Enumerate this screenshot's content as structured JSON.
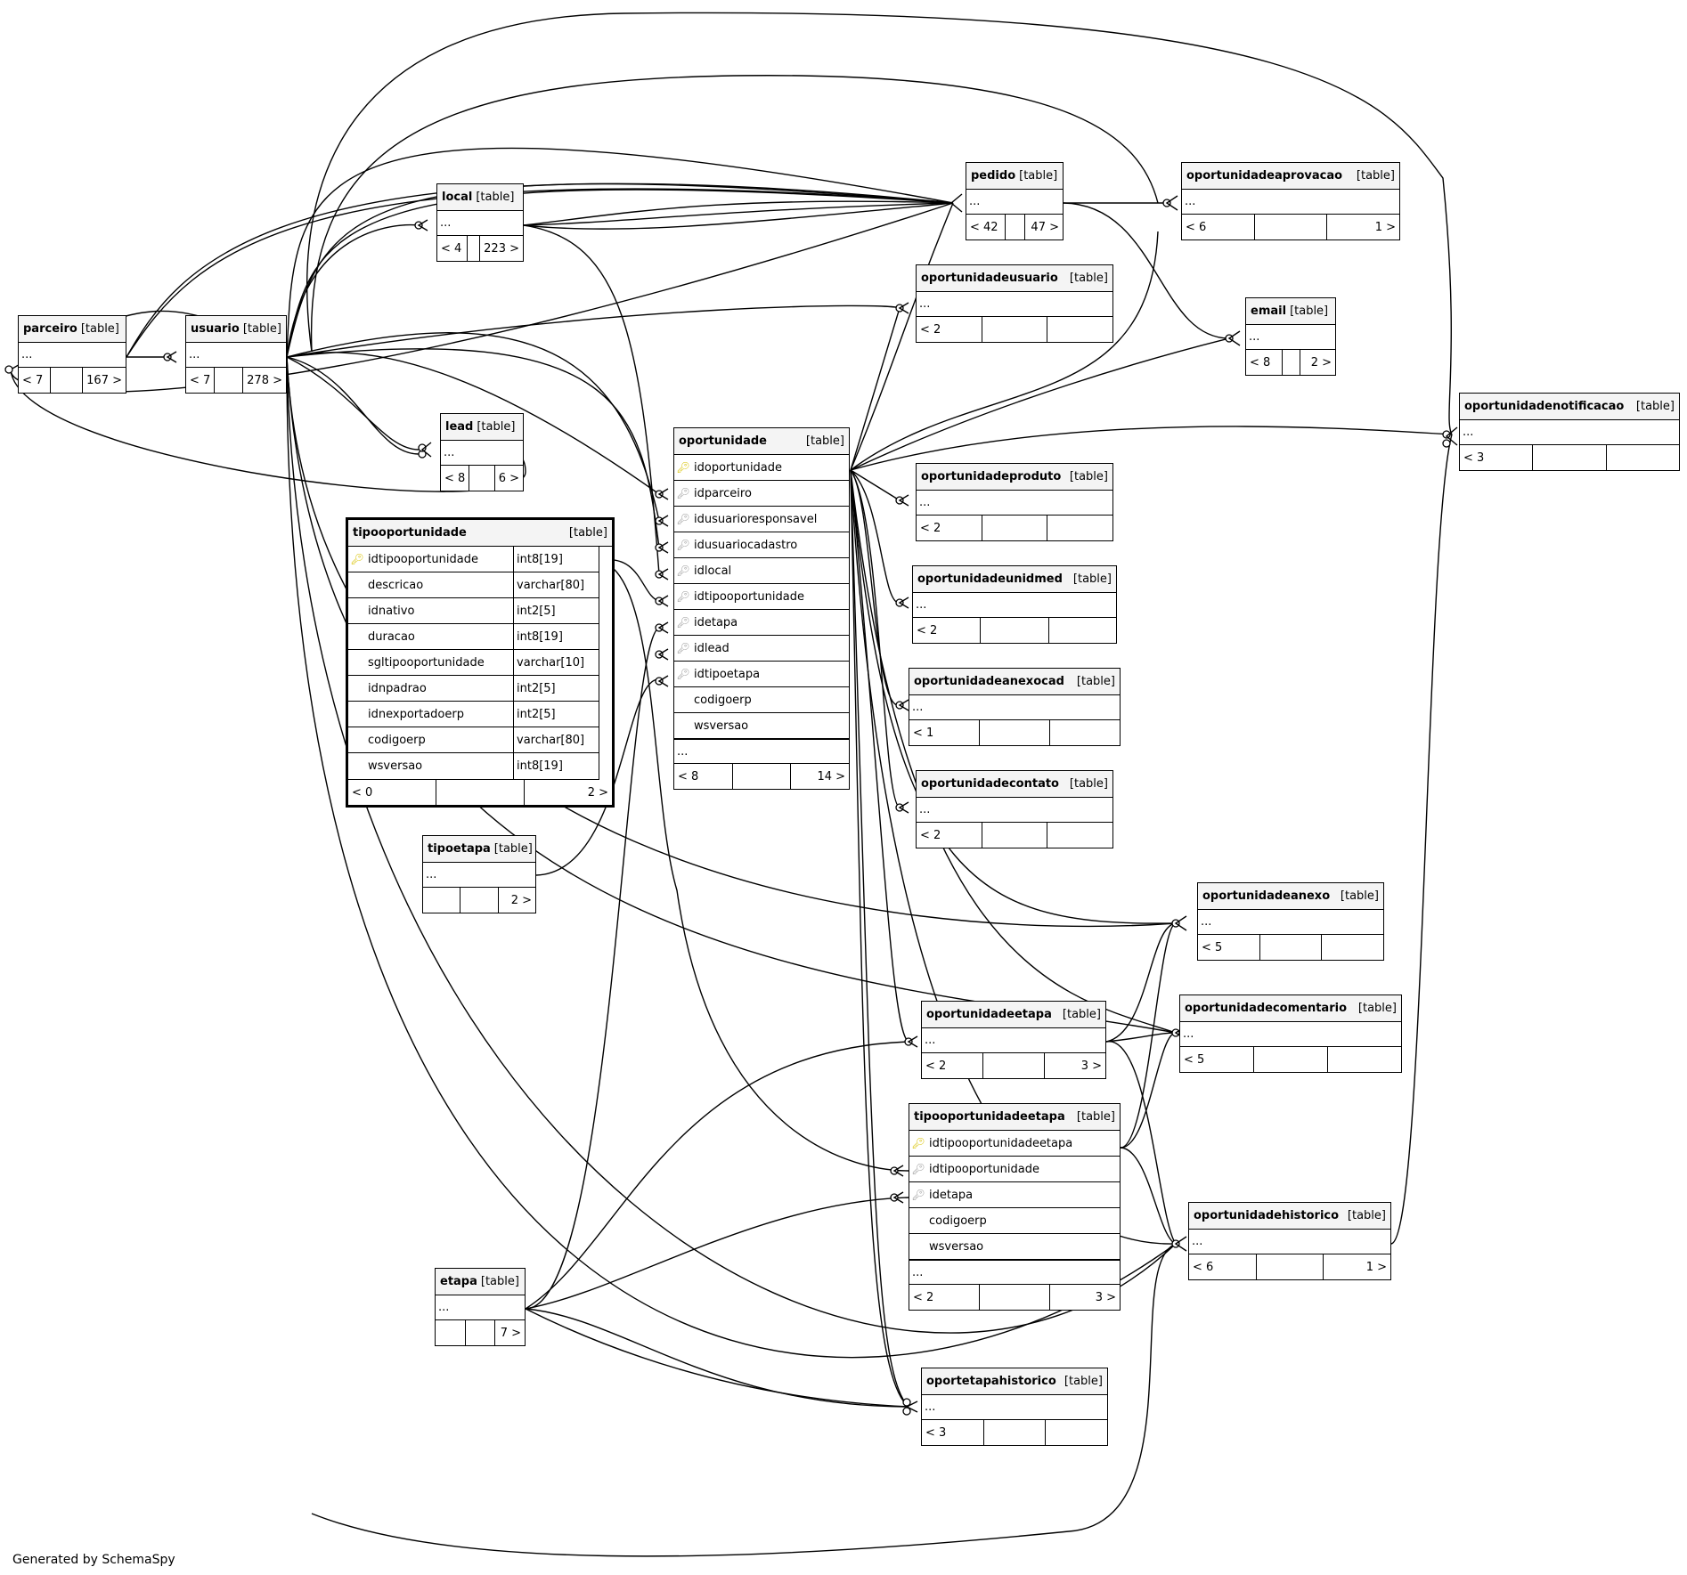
{
  "tag": "[table]",
  "generated": "Generated by SchemaSpy",
  "tables": [
    {
      "id": "parceiro",
      "name": "parceiro",
      "ellipsis": "...",
      "footer": [
        "< 7",
        "",
        "167 >"
      ]
    },
    {
      "id": "usuario",
      "name": "usuario",
      "ellipsis": "...",
      "footer": [
        "< 7",
        "",
        "278 >"
      ]
    },
    {
      "id": "local",
      "name": "local",
      "ellipsis": "...",
      "footer": [
        "< 4",
        "",
        "223 >"
      ]
    },
    {
      "id": "lead",
      "name": "lead",
      "ellipsis": "...",
      "footer": [
        "< 8",
        "",
        "6 >"
      ]
    },
    {
      "id": "tipooportunidade",
      "name": "tipooportunidade",
      "focus": true,
      "columns": [
        {
          "key": "pk",
          "name": "idtipooportunidade",
          "type": "int8[19]"
        },
        {
          "name": "descricao",
          "type": "varchar[80]"
        },
        {
          "name": "idnativo",
          "type": "int2[5]"
        },
        {
          "name": "duracao",
          "type": "int8[19]"
        },
        {
          "name": "sgltipooportunidade",
          "type": "varchar[10]"
        },
        {
          "name": "idnpadrao",
          "type": "int2[5]"
        },
        {
          "name": "idnexportadoerp",
          "type": "int2[5]"
        },
        {
          "name": "codigoerp",
          "type": "varchar[80]"
        },
        {
          "name": "wsversao",
          "type": "int8[19]"
        }
      ],
      "footer": [
        "< 0",
        "",
        "2 >"
      ]
    },
    {
      "id": "tipoetapa",
      "name": "tipoetapa",
      "ellipsis": "...",
      "footer": [
        "",
        "",
        "2 >"
      ]
    },
    {
      "id": "etapa",
      "name": "etapa",
      "ellipsis": "...",
      "footer": [
        "",
        "",
        "7 >"
      ]
    },
    {
      "id": "oportunidade",
      "name": "oportunidade",
      "columns": [
        {
          "key": "pk",
          "name": "idoportunidade"
        },
        {
          "key": "fk",
          "name": "idparceiro"
        },
        {
          "key": "fk",
          "name": "idusuarioresponsavel"
        },
        {
          "key": "fk",
          "name": "idusuariocadastro"
        },
        {
          "key": "fk",
          "name": "idlocal"
        },
        {
          "key": "fk",
          "name": "idtipooportunidade"
        },
        {
          "key": "fk",
          "name": "idetapa"
        },
        {
          "key": "fk",
          "name": "idlead"
        },
        {
          "key": "fk",
          "name": "idtipoetapa"
        },
        {
          "name": "codigoerp"
        },
        {
          "name": "wsversao"
        }
      ],
      "ellipsis": "...",
      "footer": [
        "< 8",
        "",
        "14 >"
      ]
    },
    {
      "id": "pedido",
      "name": "pedido",
      "ellipsis": "...",
      "footer": [
        "< 42",
        "",
        "47 >"
      ]
    },
    {
      "id": "oportunidadeaprovacao",
      "name": "oportunidadeaprovacao",
      "ellipsis": "...",
      "footer": [
        "< 6",
        "",
        "1 >"
      ]
    },
    {
      "id": "oportunidadeusuario",
      "name": "oportunidadeusuario",
      "ellipsis": "...",
      "footer": [
        "< 2",
        "",
        ""
      ]
    },
    {
      "id": "email",
      "name": "email",
      "ellipsis": "...",
      "footer": [
        "< 8",
        "",
        "2 >"
      ]
    },
    {
      "id": "oportunidadenotificacao",
      "name": "oportunidadenotificacao",
      "ellipsis": "...",
      "footer": [
        "< 3",
        "",
        ""
      ]
    },
    {
      "id": "oportunidadeproduto",
      "name": "oportunidadeproduto",
      "ellipsis": "...",
      "footer": [
        "< 2",
        "",
        ""
      ]
    },
    {
      "id": "oportunidadeunidmed",
      "name": "oportunidadeunidmed",
      "ellipsis": "...",
      "footer": [
        "< 2",
        "",
        ""
      ]
    },
    {
      "id": "oportunidadeanexocad",
      "name": "oportunidadeanexocad",
      "ellipsis": "...",
      "footer": [
        "< 1",
        "",
        ""
      ]
    },
    {
      "id": "oportunidadecontato",
      "name": "oportunidadecontato",
      "ellipsis": "...",
      "footer": [
        "< 2",
        "",
        ""
      ]
    },
    {
      "id": "oportunidadeanexo",
      "name": "oportunidadeanexo",
      "ellipsis": "...",
      "footer": [
        "< 5",
        "",
        ""
      ]
    },
    {
      "id": "oportunidadecomentario",
      "name": "oportunidadecomentario",
      "ellipsis": "...",
      "footer": [
        "< 5",
        "",
        ""
      ]
    },
    {
      "id": "oportunidadeetapa",
      "name": "oportunidadeetapa",
      "ellipsis": "...",
      "footer": [
        "< 2",
        "",
        "3 >"
      ]
    },
    {
      "id": "tipooportunidadeetapa",
      "name": "tipooportunidadeetapa",
      "columns": [
        {
          "key": "pk",
          "name": "idtipooportunidadeetapa"
        },
        {
          "key": "fk",
          "name": "idtipooportunidade"
        },
        {
          "key": "fk",
          "name": "idetapa"
        },
        {
          "name": "codigoerp"
        },
        {
          "name": "wsversao"
        }
      ],
      "ellipsis": "...",
      "footer": [
        "< 2",
        "",
        "3 >"
      ]
    },
    {
      "id": "oportunidadehistorico",
      "name": "oportunidadehistorico",
      "ellipsis": "...",
      "footer": [
        "< 6",
        "",
        "1 >"
      ]
    },
    {
      "id": "oportetapahistorico",
      "name": "oportetapahistorico",
      "ellipsis": "...",
      "footer": [
        "< 3",
        "",
        ""
      ]
    }
  ]
}
